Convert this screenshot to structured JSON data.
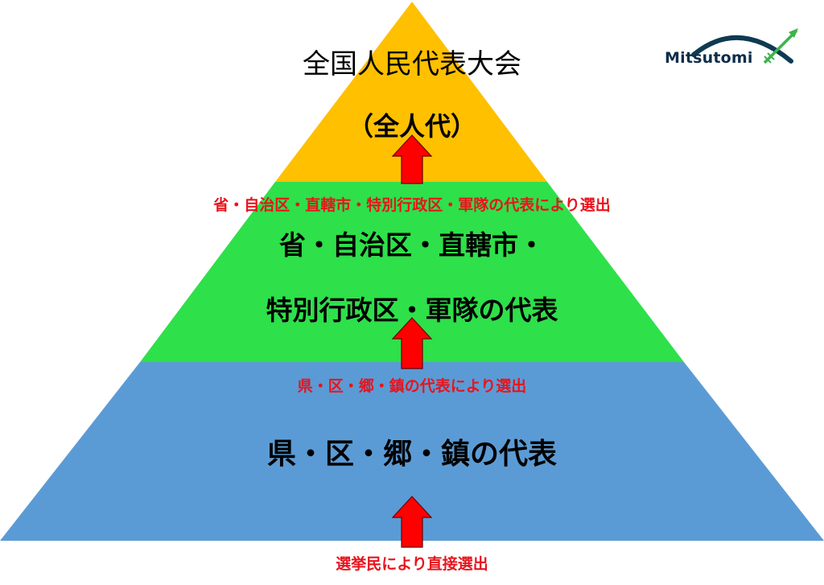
{
  "logo": {
    "text": "Mitsutomi"
  },
  "colors": {
    "top_tier": "#ffc000",
    "middle_tier": "#2ee04a",
    "bottom_tier": "#5b9bd5",
    "arrow": "#ff0000",
    "caption": "#e8141d",
    "logo_arc": "#0e3a52",
    "logo_arrow": "#3cb44b"
  },
  "tiers": {
    "top": {
      "line1": "全国人民代表大会",
      "line2": "（全人代）"
    },
    "middle": {
      "line1": "省・自治区・直轄市・",
      "line2": "特別行政区・軍隊の代表"
    },
    "bottom": {
      "line1": "県・区・郷・鎮の代表"
    }
  },
  "captions": {
    "top_election": "省・自治区・直轄市・特別行政区・軍隊の代表により選出",
    "middle_election": "県・区・郷・鎮の代表により選出",
    "bottom_election": "選挙民により直接選出"
  }
}
